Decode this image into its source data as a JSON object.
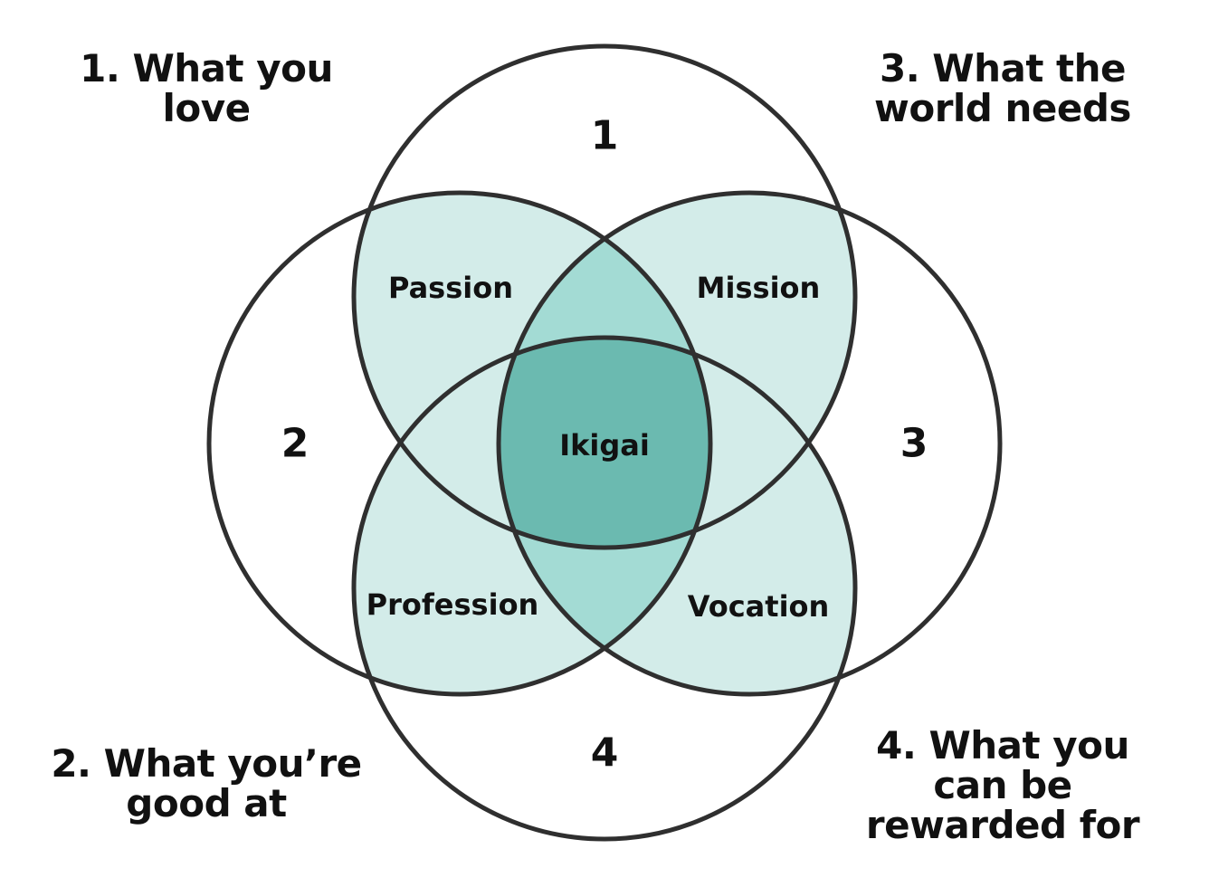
{
  "labels": {
    "love": "1. What you\nlove",
    "world": "3. What the\nworld needs",
    "good": "2. What you’re\ngood at",
    "paid": "4. What you\ncan be\nrewarded for"
  },
  "circles": {
    "c1": "1",
    "c2": "2",
    "c3": "3",
    "c4": "4"
  },
  "regions": {
    "passion": "Passion",
    "mission": "Mission",
    "profession": "Profession",
    "vocation": "Vocation",
    "ikigai": "Ikigai"
  },
  "colors": {
    "light": "#d3ece9",
    "mid": "#a3dbd4",
    "dark": "#6bbab0",
    "stroke": "#2f2f2f"
  }
}
